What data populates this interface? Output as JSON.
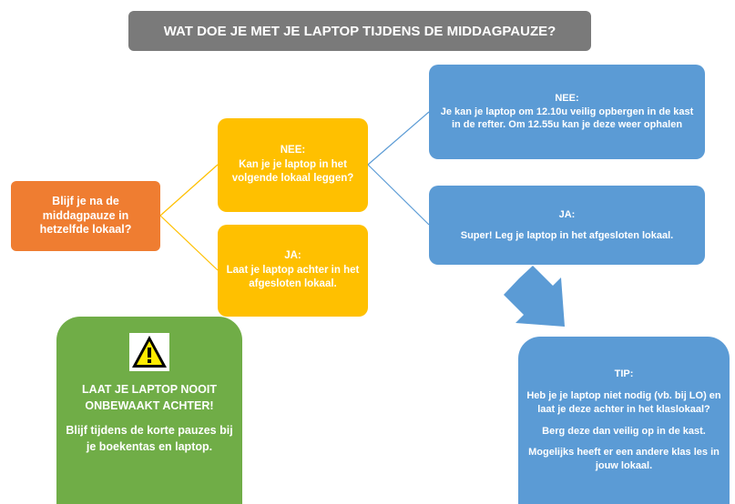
{
  "title": "WAT DOE JE MET JE LAPTOP TIJDENS DE MIDDAGPAUZE?",
  "start": "Blijf je na de middagpauze in hetzelfde lokaal?",
  "nee_yellow": {
    "label": "NEE:",
    "text": "Kan je je laptop in het volgende lokaal leggen?"
  },
  "ja_yellow": {
    "label": "JA:",
    "text": "Laat je laptop achter in het afgesloten lokaal."
  },
  "nee_blue": {
    "label": "NEE:",
    "text": "Je kan je laptop om 12.10u veilig opbergen in de kast in de refter. Om 12.55u kan je deze weer ophalen"
  },
  "ja_blue": {
    "label": "JA:",
    "text": "Super! Leg je laptop in het afgesloten lokaal."
  },
  "tip": {
    "label": "TIP:",
    "p1": "Heb je je laptop niet nodig (vb. bij LO) en laat je deze achter in het klaslokaal?",
    "p2": "Berg deze dan veilig op in de kast.",
    "p3": "Mogelijks heeft er een andere klas les in jouw lokaal."
  },
  "warning": {
    "icon": "warning-icon",
    "headline": "LAAT JE LAPTOP NOOIT ONBEWAAKT ACHTER!",
    "text": "Blijf tijdens de korte pauzes bij je boekentas en laptop."
  },
  "colors": {
    "title": "#7a7a7a",
    "orange": "#ef7d31",
    "yellow": "#ffc000",
    "blue": "#5b9bd5",
    "green": "#70ad47"
  }
}
